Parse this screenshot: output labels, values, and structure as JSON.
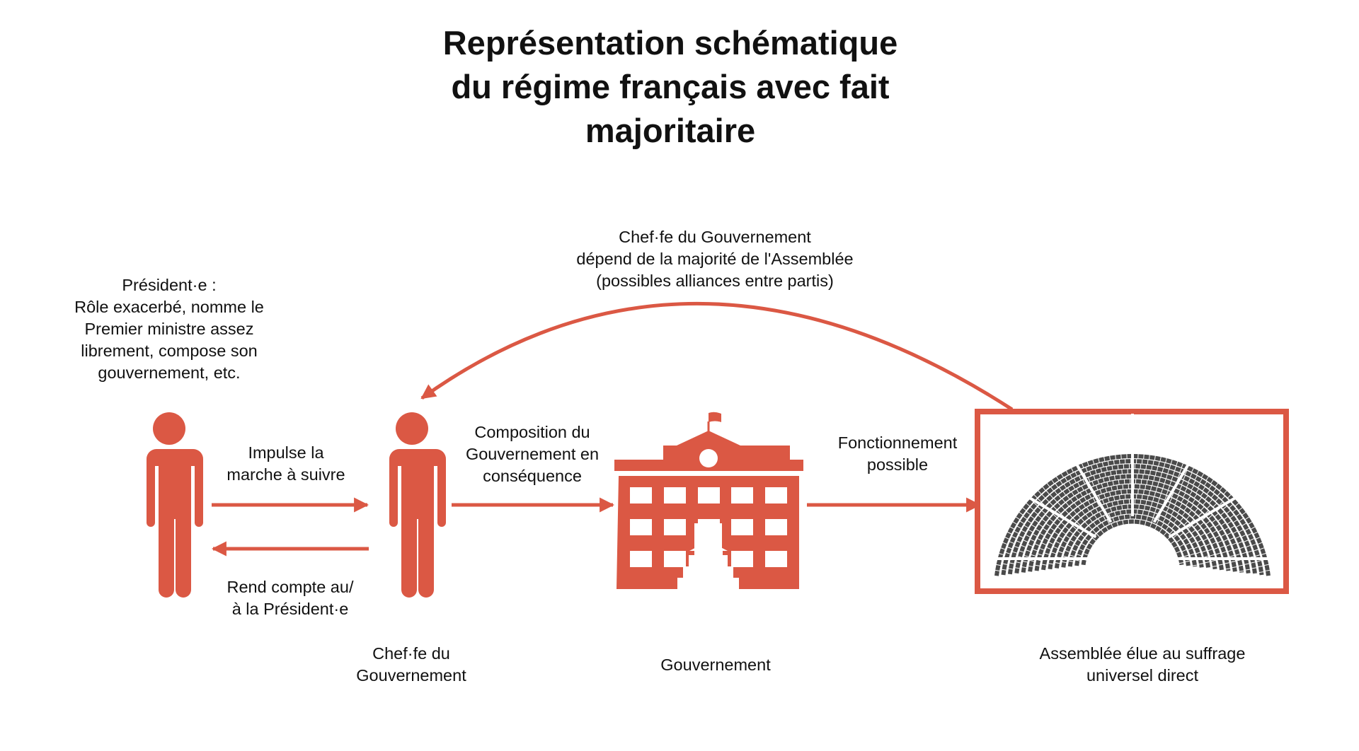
{
  "title": [
    "Représentation schématique",
    "du régime français avec fait",
    "majoritaire"
  ],
  "colors": {
    "accent": "#db5844",
    "seat": "#4a4a4a"
  },
  "labels": {
    "president_role": [
      "Président·e :",
      "Rôle exacerbé, nomme le",
      "Premier ministre assez",
      "librement, compose son",
      "gouvernement, etc."
    ],
    "majority_dependence": [
      "Chef·fe du Gouvernement",
      "dépend de la majorité de l'Assemblée",
      "(possibles alliances entre partis)"
    ],
    "impulse": [
      "Impulse la",
      "marche à suivre"
    ],
    "report": [
      "Rend compte au/",
      "à la Président·e"
    ],
    "composition": [
      "Composition du",
      "Gouvernement en",
      "conséquence"
    ],
    "functioning": [
      "Fonctionnement",
      "possible"
    ],
    "head_of_government": [
      "Chef·fe du",
      "Gouvernement"
    ],
    "government": [
      "Gouvernement"
    ],
    "assembly": [
      "Assemblée élue au suffrage",
      "universel direct"
    ]
  }
}
